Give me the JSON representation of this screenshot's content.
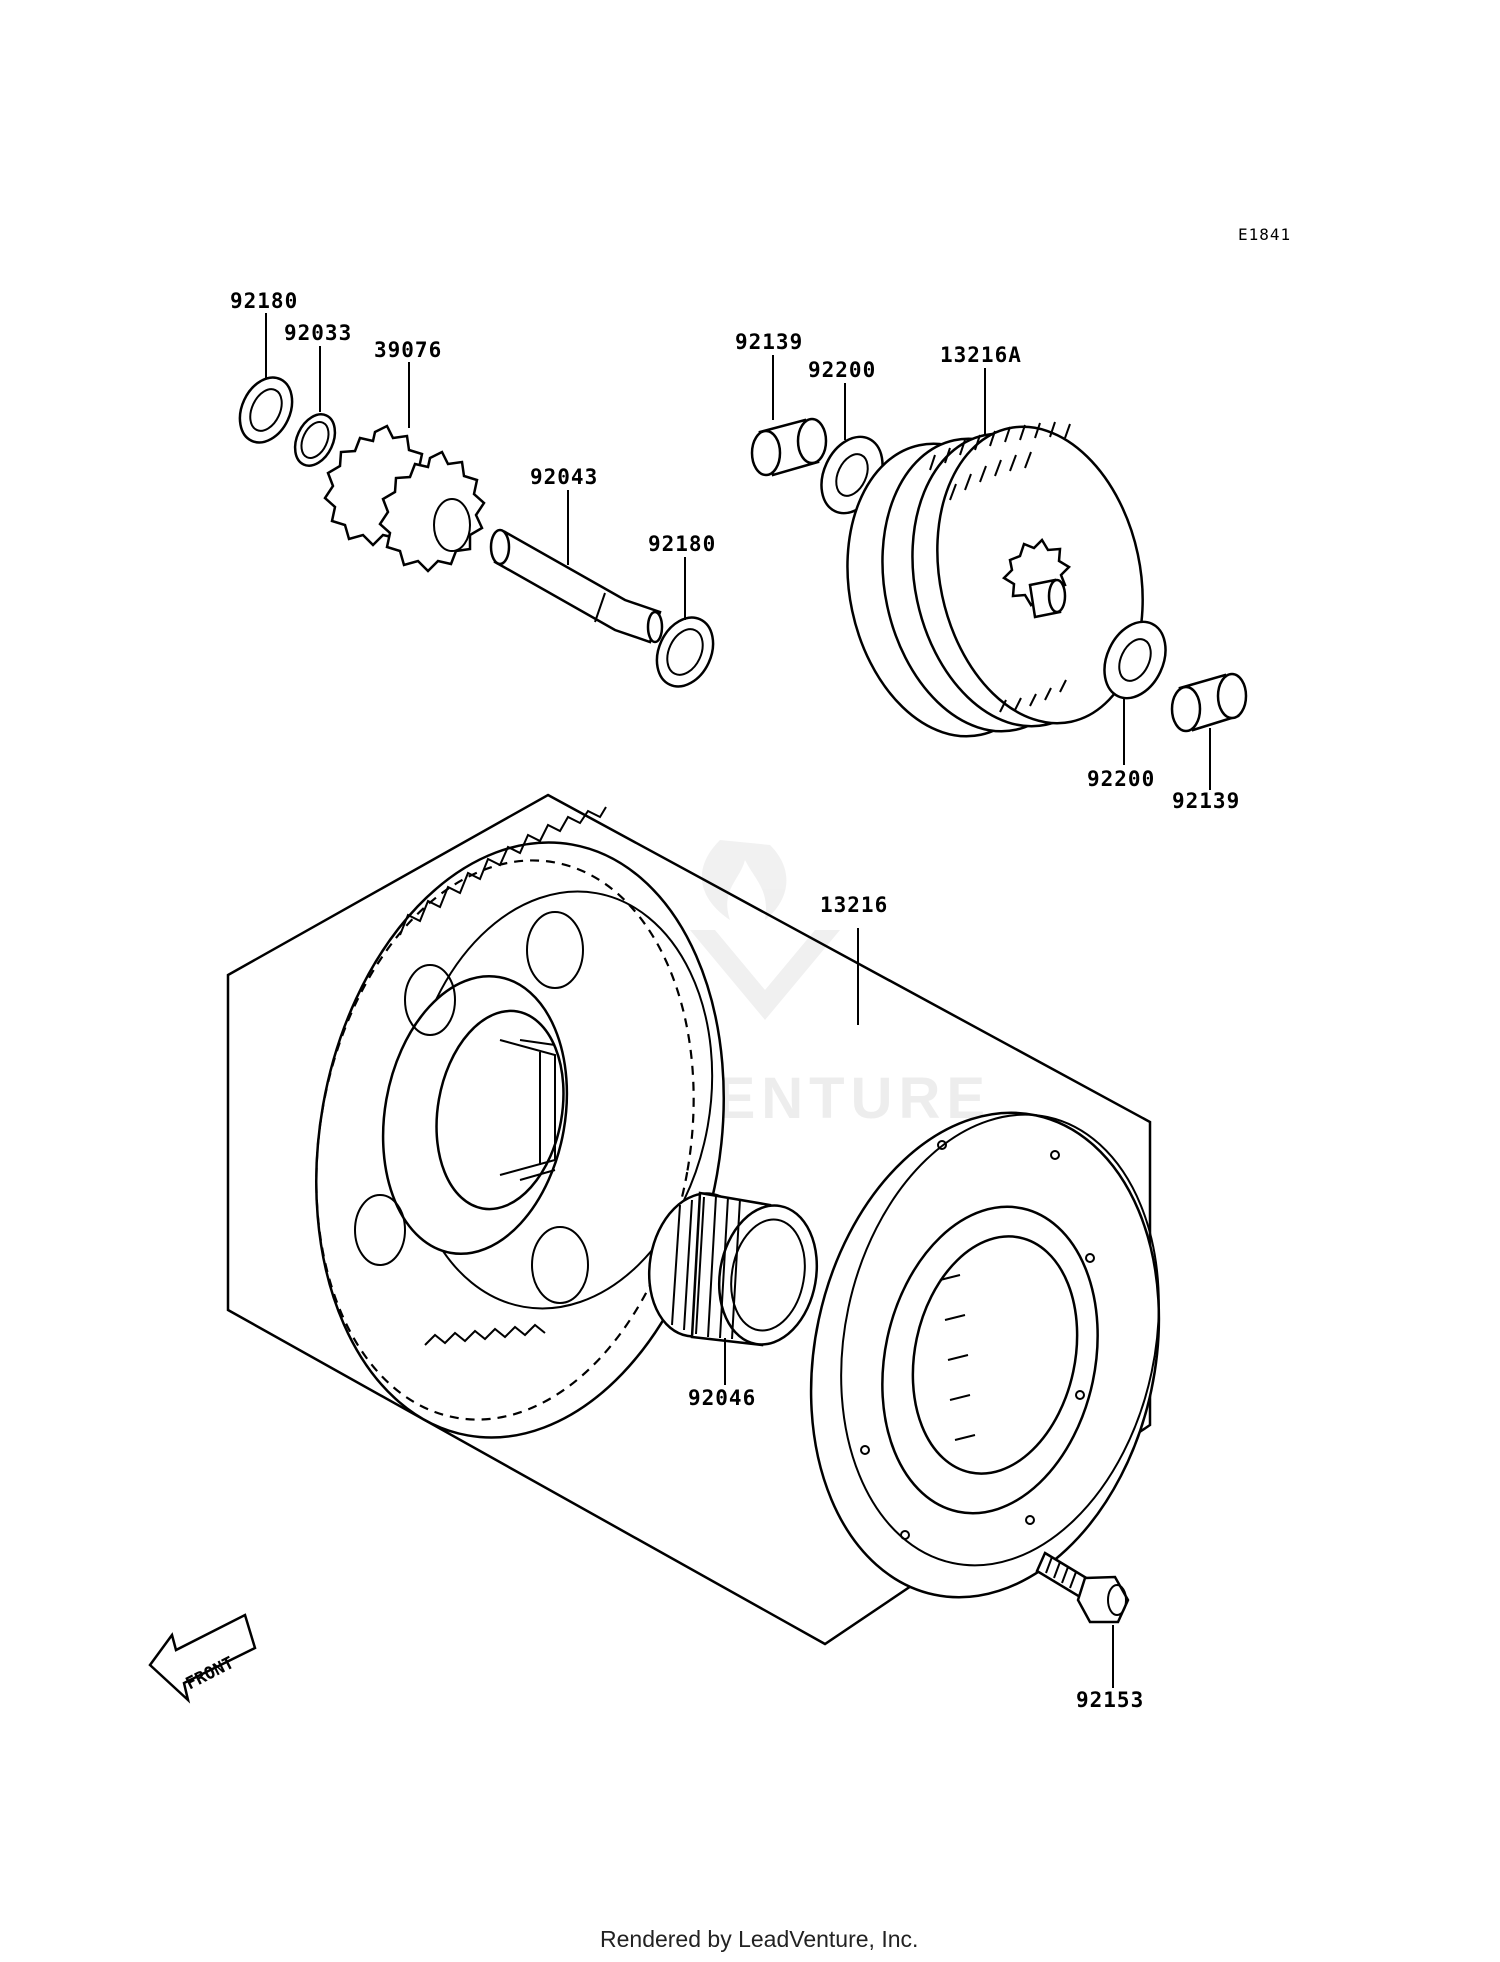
{
  "diagram_code": "E1841",
  "watermark": "LEADVENTURE",
  "front_label": "FRONT",
  "footer": "Rendered by LeadVenture, Inc.",
  "callouts": {
    "c92180_top": "92180",
    "c92033": "92033",
    "c39076": "39076",
    "c92043": "92043",
    "c92180_mid": "92180",
    "c92139_top": "92139",
    "c92200_top": "92200",
    "c13216A": "13216A",
    "c92200_bot": "92200",
    "c92139_bot": "92139",
    "c13216": "13216",
    "c92046": "92046",
    "c92153": "92153"
  }
}
